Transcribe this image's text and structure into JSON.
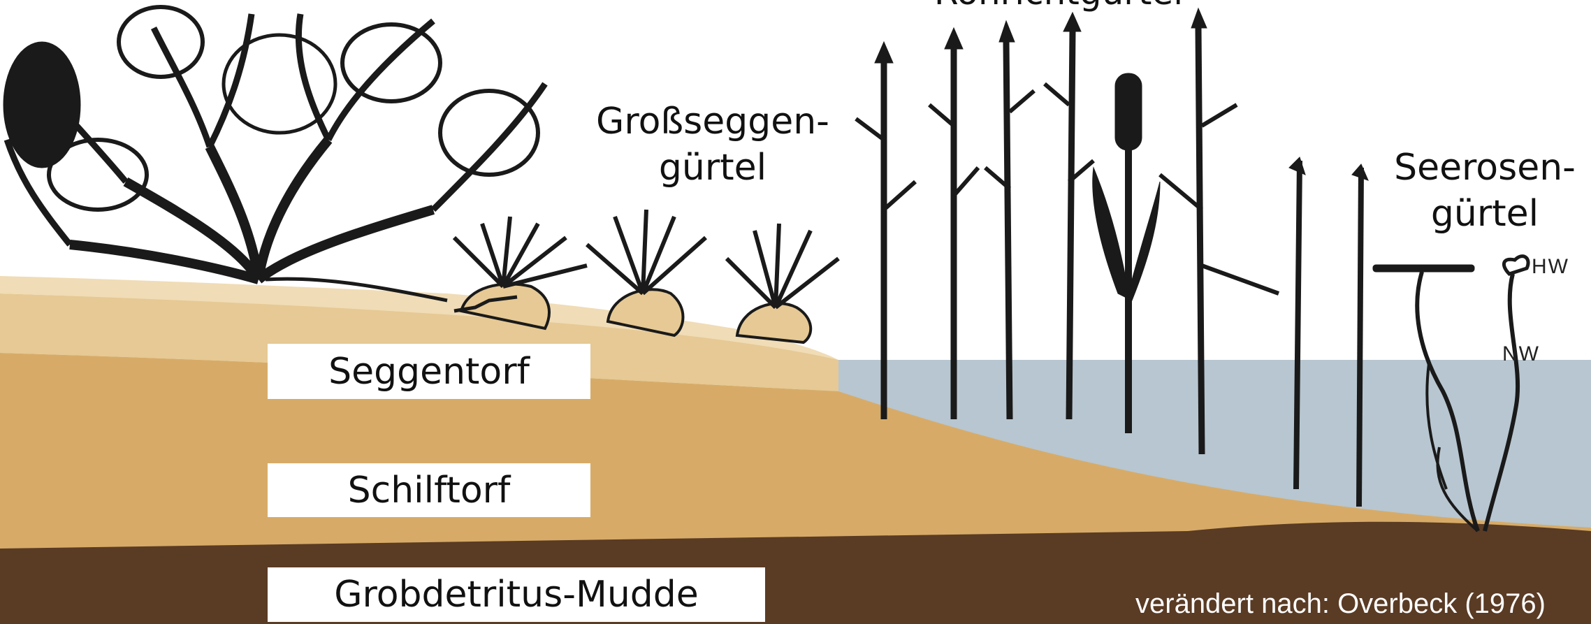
{
  "zones": {
    "reed": "Röhrichtgürtel",
    "sedge_line1": "Großseggen-",
    "sedge_line2": "gürtel",
    "lily_line1": "Seerosen-",
    "lily_line2": "gürtel"
  },
  "layers": {
    "sedge_peat": "Seggentorf",
    "reed_peat": "Schilftorf",
    "mud": "Grobdetritus-Mudde"
  },
  "water_levels": {
    "high": "HW",
    "low": "NW"
  },
  "credit": "verändert nach: Overbeck (1976)",
  "colors": {
    "sky": "#ffffff",
    "water": "#b7c6d0",
    "sedge_peat": "#e6c994",
    "reed_peat": "#d7ab67",
    "mud": "#5a3b24",
    "ink": "#1a1a1a"
  }
}
